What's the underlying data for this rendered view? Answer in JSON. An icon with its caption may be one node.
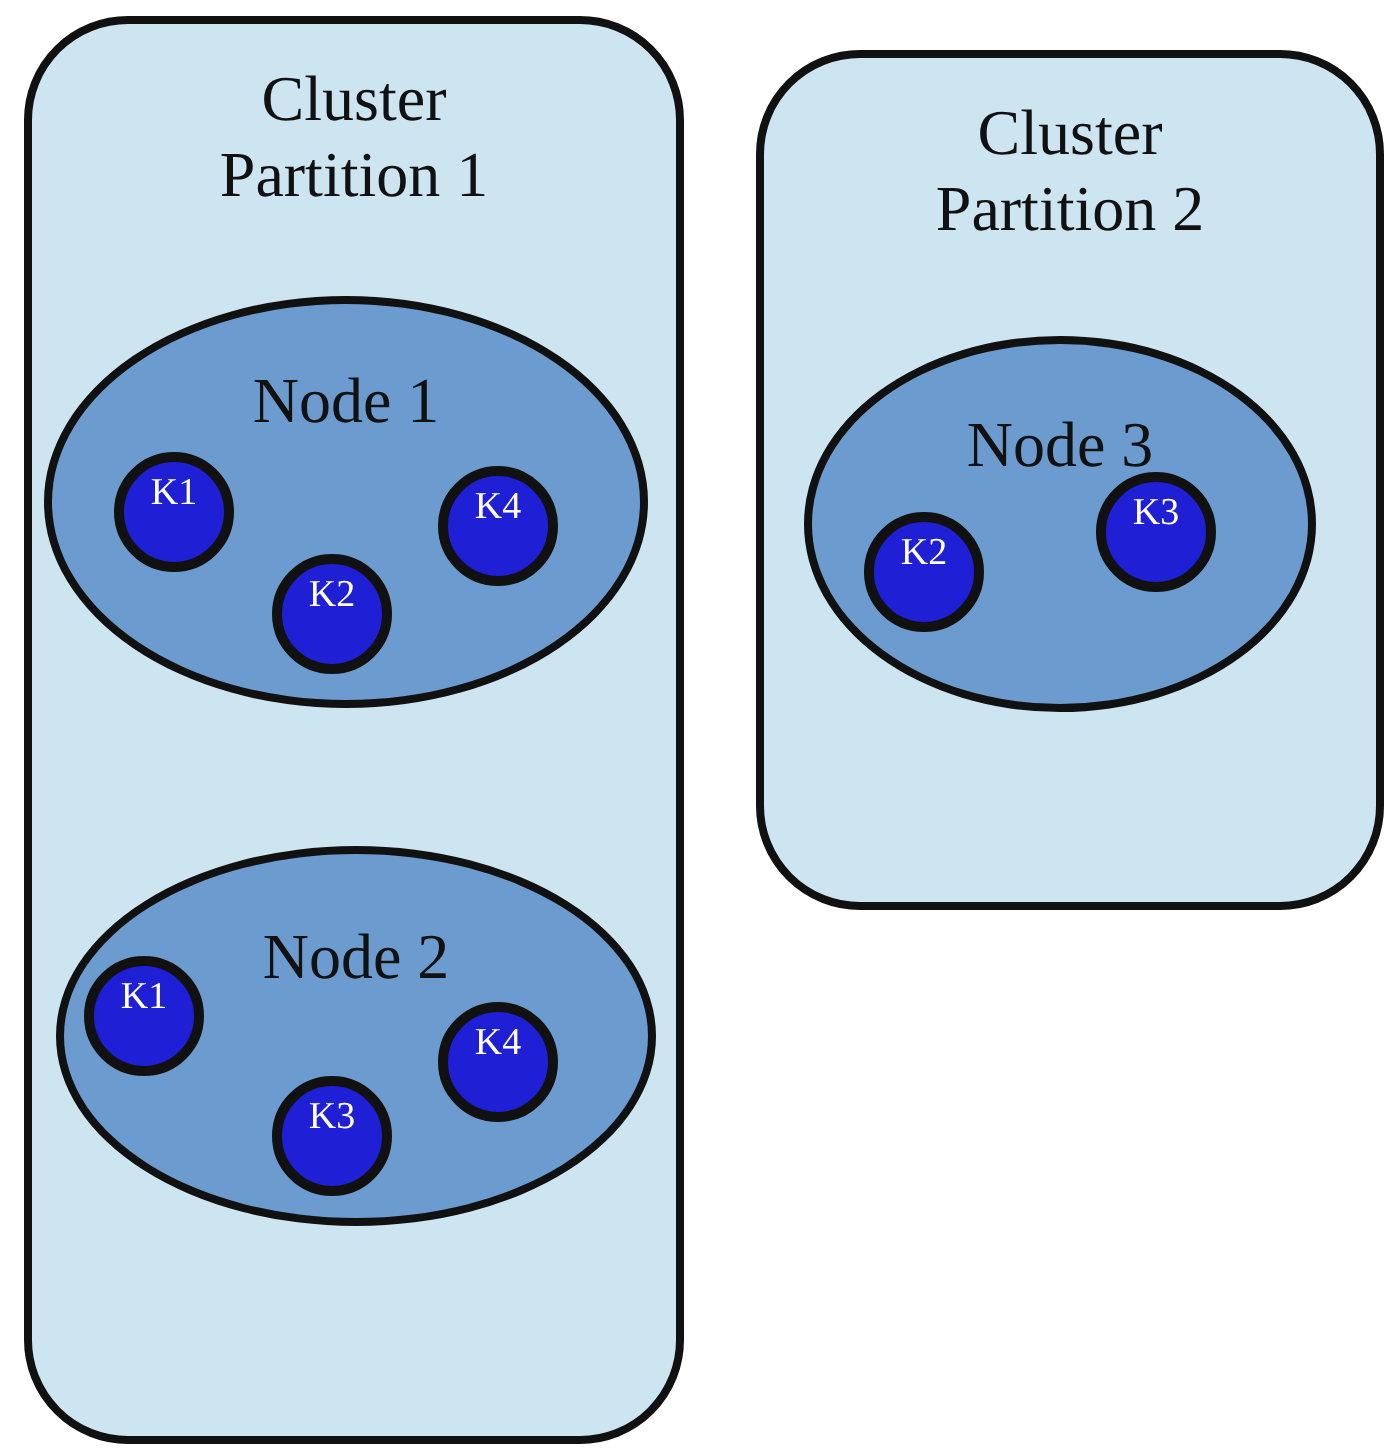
{
  "diagram": {
    "nodes": [
      {
        "text": [
          "Cluster Partition 1"
        ]
      },
      {
        "text": [
          "Node 1"
        ],
        "in": 0
      },
      {
        "text": [
          "K1"
        ],
        "in": 1
      },
      {
        "text": [
          "K2"
        ],
        "in": 1
      },
      {
        "text": [
          "K4"
        ],
        "in": 1
      },
      {
        "text": [
          "Node 2"
        ],
        "in": 0
      },
      {
        "text": [
          "K1"
        ],
        "in": 5
      },
      {
        "text": [
          "K3"
        ],
        "in": 5
      },
      {
        "text": [
          "K4"
        ],
        "in": 5
      },
      {
        "text": [
          "Cluster Partition 2"
        ]
      },
      {
        "text": [
          "Node 3"
        ],
        "in": 9
      },
      {
        "text": [
          "K2"
        ],
        "in": 10
      },
      {
        "text": [
          "K3"
        ],
        "in": 10
      }
    ]
  }
}
